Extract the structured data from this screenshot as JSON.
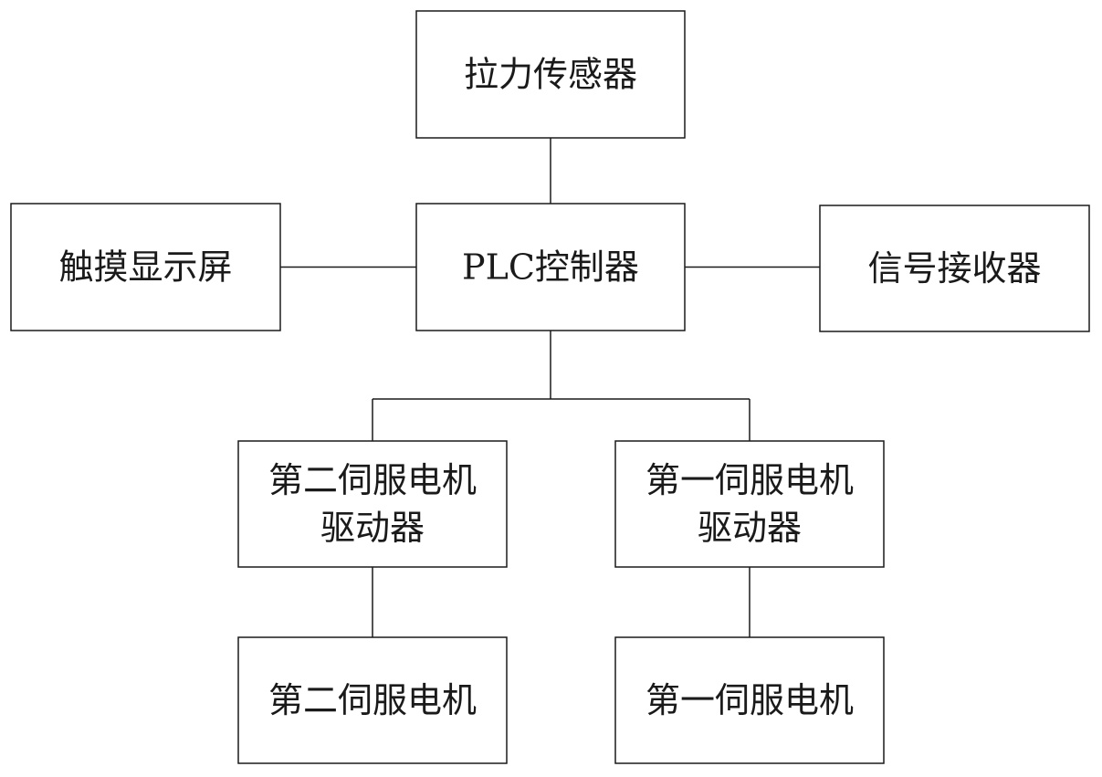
{
  "nodes": [
    {
      "id": "tension-sensor",
      "lines": [
        "拉力传感器"
      ]
    },
    {
      "id": "touch-display",
      "lines": [
        "触摸显示屏"
      ]
    },
    {
      "id": "plc-controller",
      "lines": [
        "PLC控制器"
      ]
    },
    {
      "id": "signal-receiver",
      "lines": [
        "信号接收器"
      ]
    },
    {
      "id": "servo-driver-2",
      "lines": [
        "第二伺服电机",
        "驱动器"
      ]
    },
    {
      "id": "servo-driver-1",
      "lines": [
        "第一伺服电机",
        "驱动器"
      ]
    },
    {
      "id": "servo-motor-2",
      "lines": [
        "第二伺服电机"
      ]
    },
    {
      "id": "servo-motor-1",
      "lines": [
        "第一伺服电机"
      ]
    }
  ],
  "edges": [
    {
      "from": "plc-controller",
      "to": "tension-sensor"
    },
    {
      "from": "plc-controller",
      "to": "touch-display"
    },
    {
      "from": "plc-controller",
      "to": "signal-receiver"
    },
    {
      "from": "plc-controller",
      "to": "servo-driver-2"
    },
    {
      "from": "plc-controller",
      "to": "servo-driver-1"
    },
    {
      "from": "servo-driver-2",
      "to": "servo-motor-2"
    },
    {
      "from": "servo-driver-1",
      "to": "servo-motor-1"
    }
  ]
}
